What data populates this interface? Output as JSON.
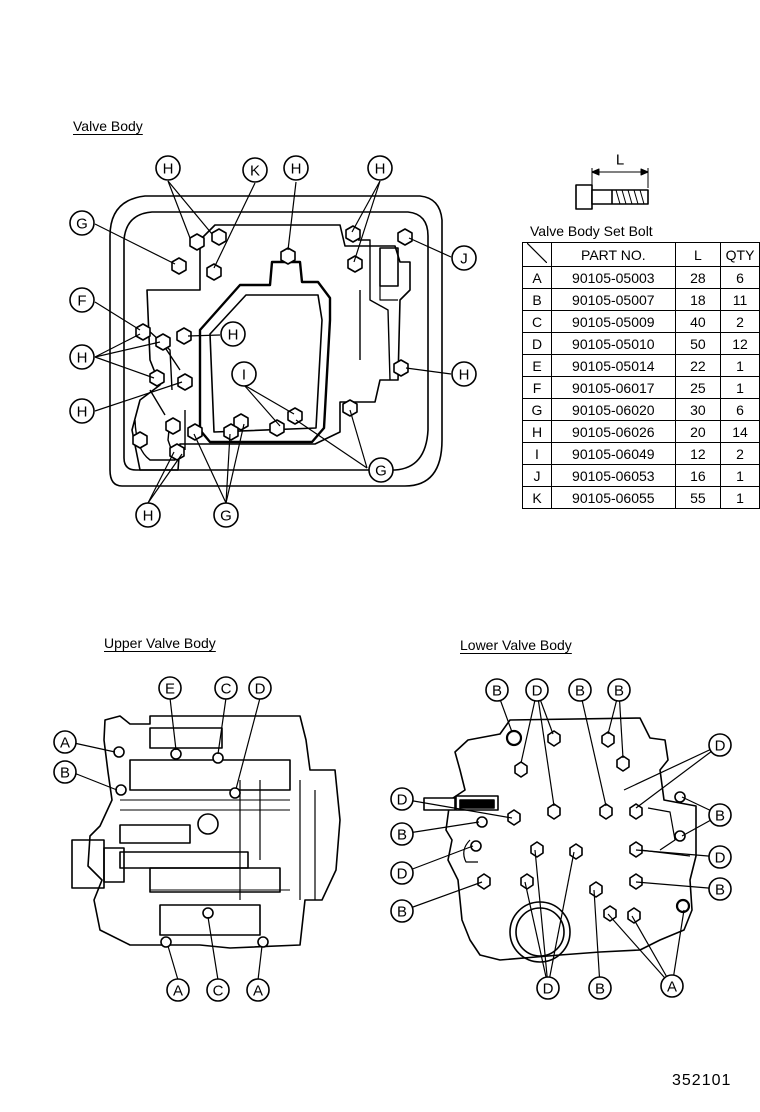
{
  "titles": {
    "valve_body": "Valve Body",
    "upper_valve_body": "Upper Valve Body",
    "lower_valve_body": "Lower Valve Body",
    "bolt_table": "Valve Body Set Bolt",
    "dimension_label": "L"
  },
  "table": {
    "headers": [
      "",
      "PART NO.",
      "L",
      "QTY"
    ],
    "rows": [
      {
        "code": "A",
        "part_no": "90105-05003",
        "length": "28",
        "qty": "6"
      },
      {
        "code": "B",
        "part_no": "90105-05007",
        "length": "18",
        "qty": "11"
      },
      {
        "code": "C",
        "part_no": "90105-05009",
        "length": "40",
        "qty": "2"
      },
      {
        "code": "D",
        "part_no": "90105-05010",
        "length": "50",
        "qty": "12"
      },
      {
        "code": "E",
        "part_no": "90105-05014",
        "length": "22",
        "qty": "1"
      },
      {
        "code": "F",
        "part_no": "90105-06017",
        "length": "25",
        "qty": "1"
      },
      {
        "code": "G",
        "part_no": "90105-06020",
        "length": "30",
        "qty": "6"
      },
      {
        "code": "H",
        "part_no": "90105-06026",
        "length": "20",
        "qty": "14"
      },
      {
        "code": "I",
        "part_no": "90105-06049",
        "length": "12",
        "qty": "2"
      },
      {
        "code": "J",
        "part_no": "90105-06053",
        "length": "16",
        "qty": "1"
      },
      {
        "code": "K",
        "part_no": "90105-06055",
        "length": "55",
        "qty": "1"
      }
    ]
  },
  "callouts": {
    "top_h1": "H",
    "top_k": "K",
    "top_h2": "H",
    "top_h3": "H",
    "top_g": "G",
    "top_j": "J",
    "top_f": "F",
    "top_h4": "H",
    "top_h5": "H",
    "top_h6": "H",
    "top_i": "I",
    "top_h7": "H",
    "top_g2": "G",
    "top_h8": "H",
    "top_g3": "G",
    "up_e": "E",
    "up_c": "C",
    "up_d": "D",
    "up_a": "A",
    "up_b": "B",
    "up_a2": "A",
    "up_c2": "C",
    "up_a3": "A",
    "lo_b1": "B",
    "lo_d1": "D",
    "lo_b2": "B",
    "lo_b3": "B",
    "lo_d2": "D",
    "lo_d3": "D",
    "lo_b4": "B",
    "lo_b5": "B",
    "lo_d4": "D",
    "lo_d5": "D",
    "lo_b6": "B",
    "lo_b7": "B",
    "lo_d6": "D",
    "lo_b8": "B",
    "lo_a": "A"
  },
  "figure_number": "352101"
}
